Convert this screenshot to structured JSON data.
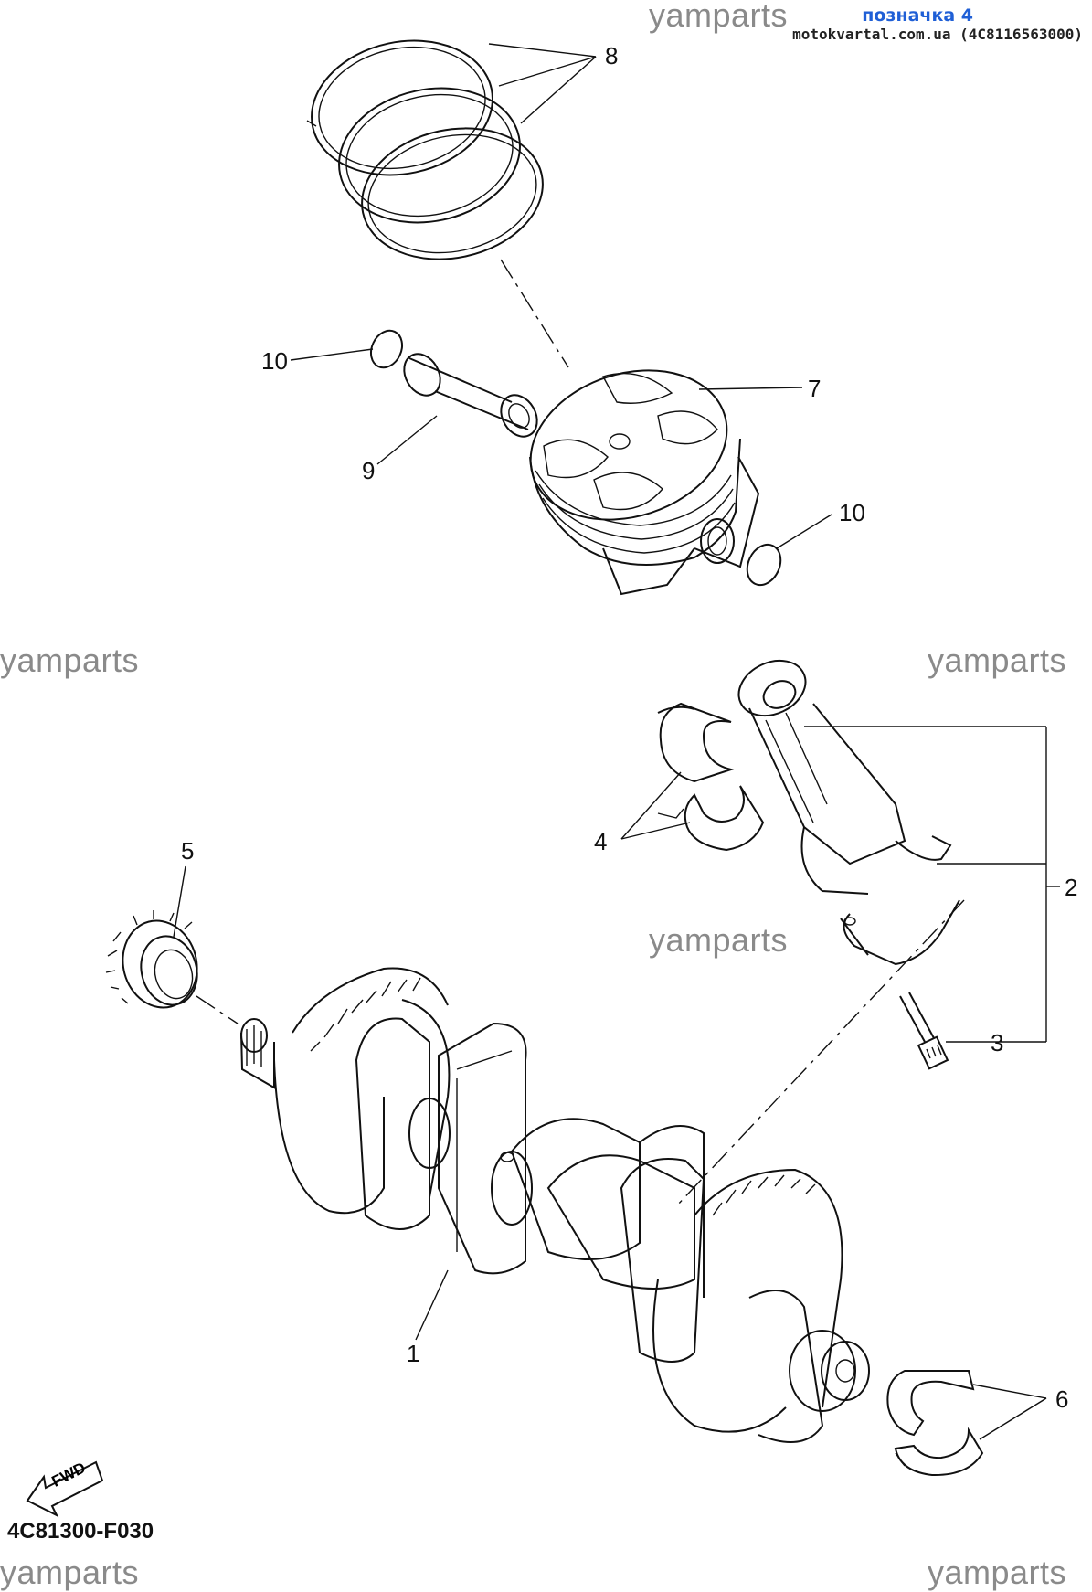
{
  "header": {
    "tag": "позначка 4",
    "source": "motokvartal.com.ua (4C8116563000)"
  },
  "watermark": "yamparts",
  "diagram_code": "4C81300-F030",
  "fwd_label": "FWD",
  "callouts": [
    "8",
    "10",
    "7",
    "9",
    "10",
    "5",
    "4",
    "2",
    "3",
    "1",
    "6"
  ]
}
